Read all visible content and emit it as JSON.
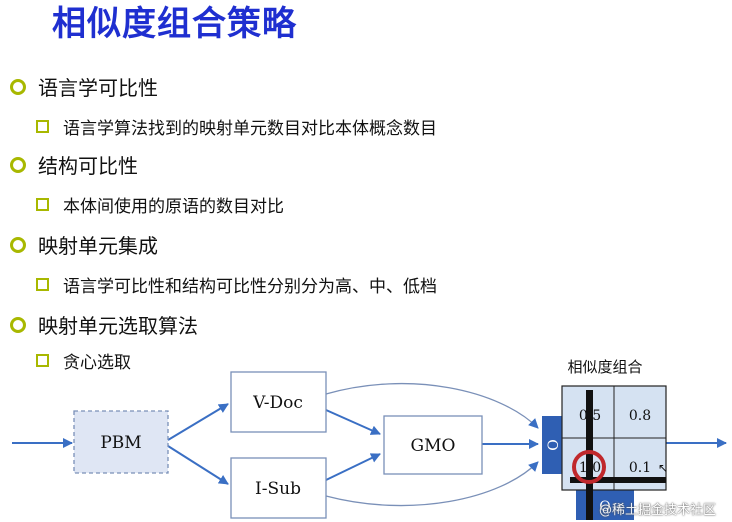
{
  "title": "相似度组合策略",
  "bullets": [
    {
      "level": 1,
      "text": "语言学可比性"
    },
    {
      "level": 2,
      "text": "语言学算法找到的映射单元数目对比本体概念数目"
    },
    {
      "level": 1,
      "text": "结构可比性"
    },
    {
      "level": 2,
      "text": "本体间使用的原语的数目对比"
    },
    {
      "level": 1,
      "text": "映射单元集成"
    },
    {
      "level": 2,
      "text": "语言学可比性和结构可比性分别分为高、中、低档"
    },
    {
      "level": 1,
      "text": "映射单元选取算法"
    },
    {
      "level": 2,
      "text": "贪心选取"
    }
  ],
  "diagram": {
    "nodes": {
      "pbm": "PBM",
      "vdoc": "V-Doc",
      "isub": "I-Sub",
      "gmo": "GMO"
    },
    "matrix": {
      "caption": "相似度组合",
      "cells": [
        "0.5",
        "0.8",
        "1.0",
        "0.1"
      ],
      "side_left": "O",
      "side_bottom": "O"
    },
    "colors": {
      "arrow": "#3a6fc4",
      "box_border": "#7a90b8",
      "box_fill": "#ffffff",
      "pbm_fill": "#dfe6f4",
      "matrix_fill": "#d5e2f2",
      "side_fill": "#2f5fb3",
      "highlight": "#c0282c"
    }
  },
  "watermark": "@稀土掘金技术社区"
}
